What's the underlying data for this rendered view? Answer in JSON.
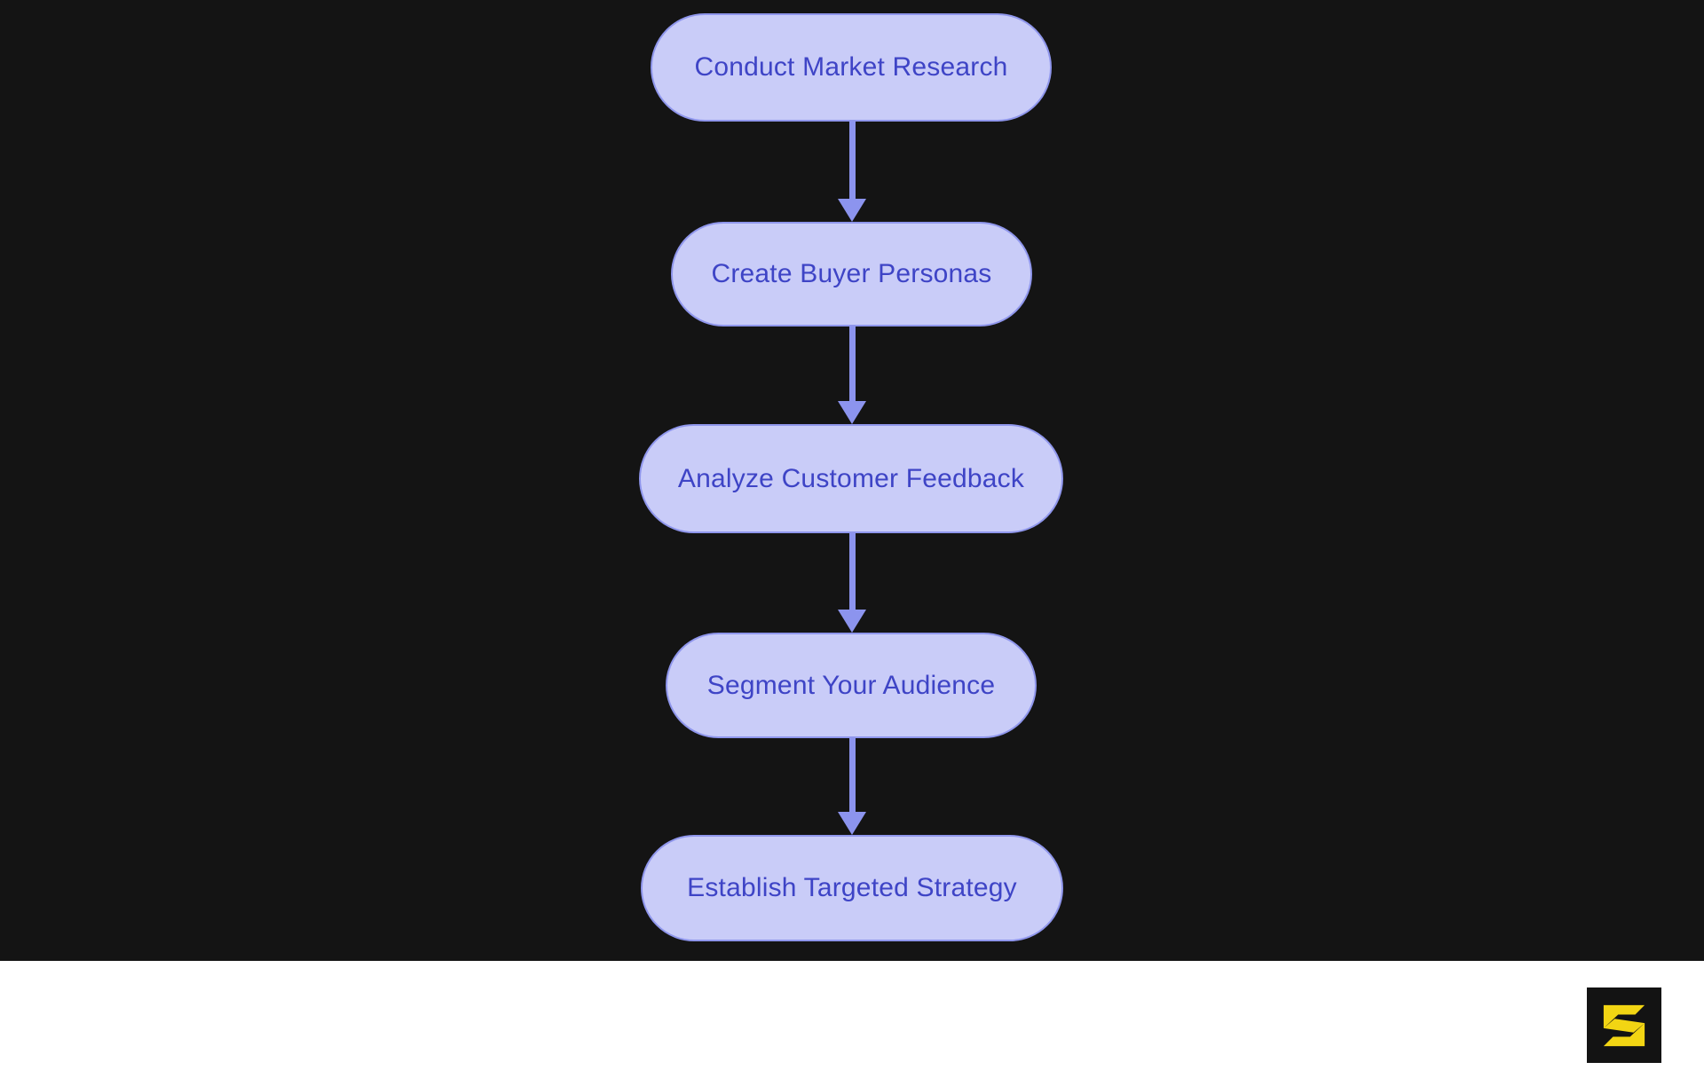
{
  "flowchart": {
    "title": "marketing targeting process flowchart",
    "nodes": [
      {
        "id": 0,
        "label": "Conduct Market Research"
      },
      {
        "id": 1,
        "label": "Create Buyer Personas"
      },
      {
        "id": 2,
        "label": "Analyze Customer Feedback"
      },
      {
        "id": 3,
        "label": "Segment Your Audience"
      },
      {
        "id": 4,
        "label": "Establish Targeted Strategy"
      }
    ],
    "edges": [
      {
        "from": 0,
        "to": 1
      },
      {
        "from": 1,
        "to": 2
      },
      {
        "from": 2,
        "to": 3
      },
      {
        "from": 3,
        "to": 4
      }
    ],
    "colors": {
      "background": "#141414",
      "node_fill": "#c9ccf8",
      "node_border": "#8f96ec",
      "node_text": "#3e44c6",
      "arrow": "#8c94ee"
    }
  },
  "footer": {
    "background": "#ffffff",
    "logo": {
      "name": "angular-s-logo",
      "background": "#131313",
      "glyph_color": "#f2d513"
    }
  }
}
